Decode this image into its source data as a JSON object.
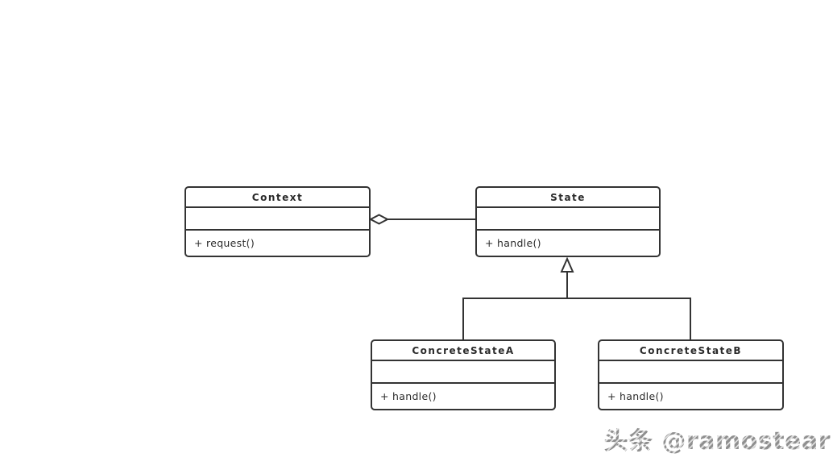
{
  "diagram": {
    "kind": "uml-class-diagram",
    "pattern": "State",
    "classes": [
      {
        "id": "context",
        "name": "Context",
        "attributes": "",
        "method": "+ request()"
      },
      {
        "id": "state",
        "name": "State",
        "attributes": "",
        "method": "+ handle()"
      },
      {
        "id": "concrete-state-a",
        "name": "ConcreteStateA",
        "attributes": "",
        "method": "+ handle()"
      },
      {
        "id": "concrete-state-b",
        "name": "ConcreteStateB",
        "attributes": "",
        "method": "+ handle()"
      }
    ],
    "relationships": [
      {
        "from": "Context",
        "to": "State",
        "type": "aggregation"
      },
      {
        "from": "ConcreteStateA",
        "to": "State",
        "type": "generalization"
      },
      {
        "from": "ConcreteStateB",
        "to": "State",
        "type": "generalization"
      }
    ]
  },
  "watermark": {
    "text": "头条 @ramostear"
  },
  "colors": {
    "stroke": "#333333",
    "background": "#ffffff",
    "watermark": "#a3a3a3"
  }
}
